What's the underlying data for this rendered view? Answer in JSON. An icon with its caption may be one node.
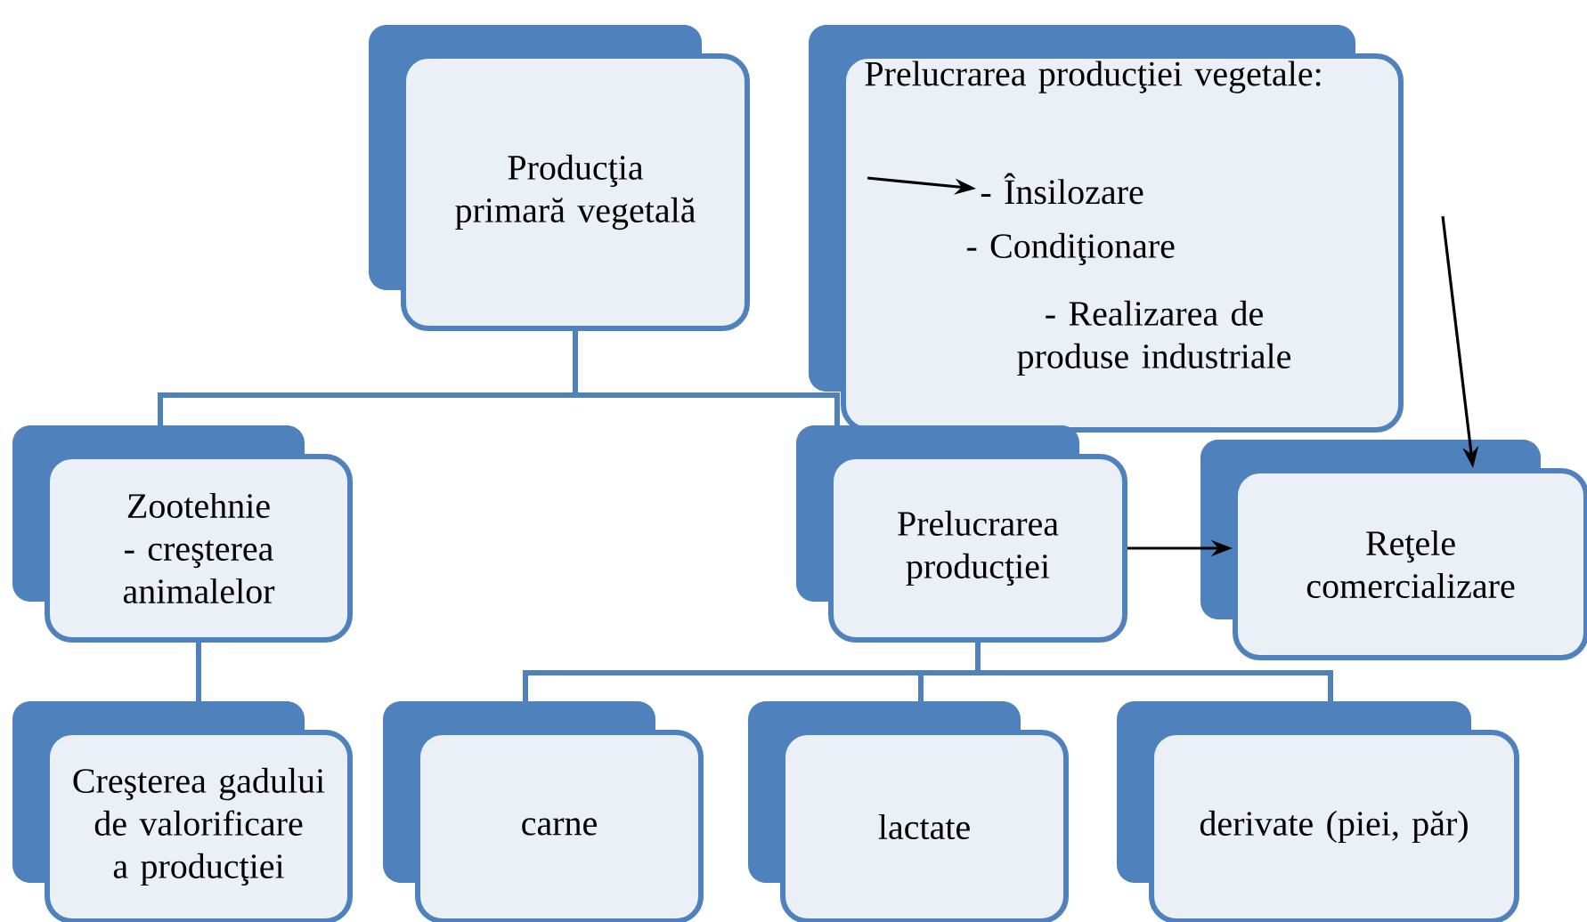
{
  "diagram": {
    "nodes": [
      {
        "text": [
          "Producţia primară vegetală"
        ]
      },
      {
        "text": [
          "Prelucrarea producţiei vegetale:"
        ]
      },
      {
        "text": [
          "-  Însilozare"
        ],
        "in": 1
      },
      {
        "text": [
          "- Condiţionare"
        ],
        "in": 1
      },
      {
        "text": [
          "- Realizarea de produse industriale"
        ],
        "in": 1
      },
      {
        "text": [
          "Zootehnie - creşterea animalelor"
        ]
      },
      {
        "text": [
          "Prelucrarea producţiei"
        ]
      },
      {
        "text": [
          "Reţele comercializare"
        ]
      },
      {
        "text": [
          "Creşterea gadului de valorificare a producţiei"
        ]
      },
      {
        "text": [
          "carne"
        ]
      },
      {
        "text": [
          "lactate"
        ]
      },
      {
        "text": [
          "derivate (piei, păr)"
        ]
      }
    ],
    "edges": [
      {
        "from": 0,
        "to": 5,
        "arrow": "none"
      },
      {
        "from": 0,
        "to": 6,
        "arrow": "none"
      },
      {
        "from": 5,
        "to": 8,
        "arrow": "none"
      },
      {
        "from": 6,
        "to": 9,
        "arrow": "none"
      },
      {
        "from": 6,
        "to": 10,
        "arrow": "none"
      },
      {
        "from": 6,
        "to": 11,
        "arrow": "none"
      },
      {
        "from": 6,
        "to": 7,
        "arrow": "to",
        "color": "#000000"
      },
      {
        "from": 1,
        "to": 7,
        "arrow": "to",
        "color": "#000000"
      },
      {
        "from": null,
        "to": 2,
        "arrow": "to",
        "color": "#000000"
      }
    ]
  }
}
